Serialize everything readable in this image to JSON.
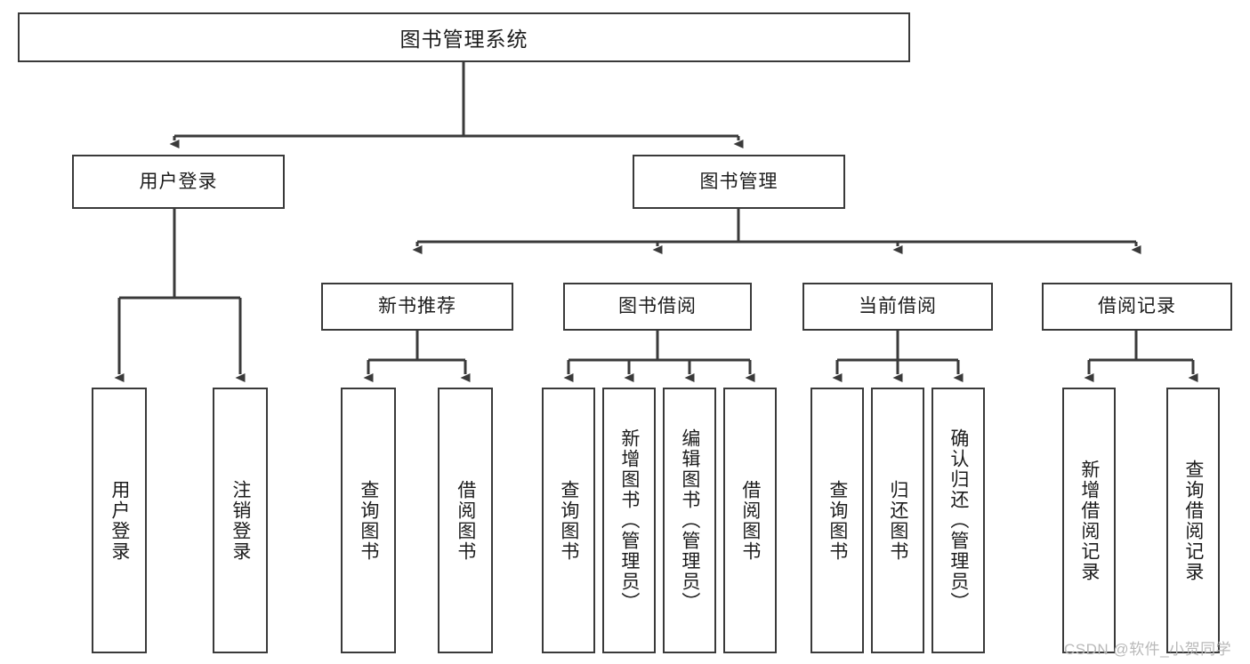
{
  "diagram": {
    "title_box": {
      "label": "图书管理系统"
    },
    "level2": [
      {
        "id": "user-login",
        "label": "用户登录"
      },
      {
        "id": "book-management",
        "label": "图书管理"
      }
    ],
    "level3": [
      {
        "id": "new-book-recommend",
        "label": "新书推荐"
      },
      {
        "id": "book-borrow",
        "label": "图书借阅"
      },
      {
        "id": "current-borrow",
        "label": "当前借阅"
      },
      {
        "id": "borrow-record",
        "label": "借阅记录"
      }
    ],
    "leaves": [
      {
        "id": "leaf-user-login",
        "label": "用户登录",
        "parent": "user-login"
      },
      {
        "id": "leaf-logout",
        "label": "注销登录",
        "parent": "user-login"
      },
      {
        "id": "leaf-query-book-1",
        "label": "查询图书",
        "parent": "new-book-recommend"
      },
      {
        "id": "leaf-borrow-book-1",
        "label": "借阅图书",
        "parent": "new-book-recommend"
      },
      {
        "id": "leaf-query-book-2",
        "label": "查询图书",
        "parent": "book-borrow"
      },
      {
        "id": "leaf-add-book",
        "label": "新增图书（管理员）",
        "parent": "book-borrow"
      },
      {
        "id": "leaf-edit-book",
        "label": "编辑图书（管理员）",
        "parent": "book-borrow"
      },
      {
        "id": "leaf-borrow-book-2",
        "label": "借阅图书",
        "parent": "book-borrow"
      },
      {
        "id": "leaf-query-book-3",
        "label": "查询图书",
        "parent": "current-borrow"
      },
      {
        "id": "leaf-return-book",
        "label": "归还图书",
        "parent": "current-borrow"
      },
      {
        "id": "leaf-confirm-return",
        "label": "确认归还（管理员）",
        "parent": "current-borrow"
      },
      {
        "id": "leaf-add-record",
        "label": "新增借阅记录",
        "parent": "borrow-record"
      },
      {
        "id": "leaf-query-record",
        "label": "查询借阅记录",
        "parent": "borrow-record"
      }
    ],
    "watermark": {
      "text": "CSDN @软件_小贺同学"
    },
    "colors": {
      "stroke": "#3a3a3a",
      "text": "#1c1c1c",
      "background": "#ffffff",
      "watermark": "#b9b9b9"
    }
  }
}
